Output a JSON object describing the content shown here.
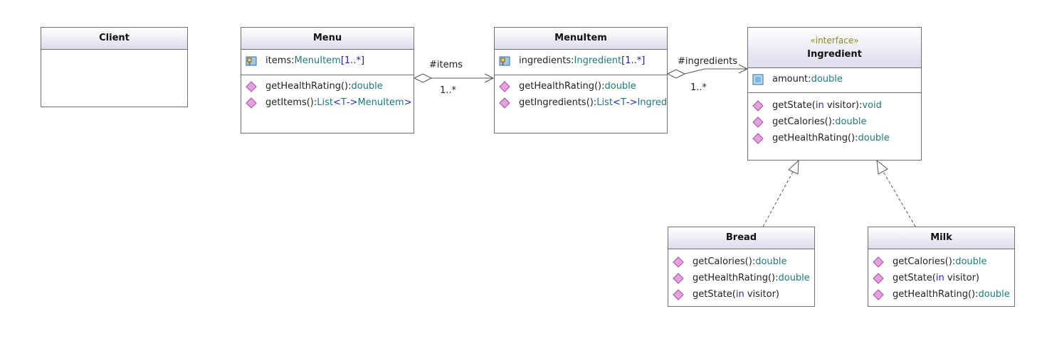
{
  "classes": {
    "client": {
      "name": "Client"
    },
    "menu": {
      "name": "Menu",
      "attrs": [
        {
          "name": "items",
          "type": "MenuItem",
          "mult": "[1..*]"
        }
      ],
      "ops": [
        {
          "name": "getHealthRating()",
          "ret": "double"
        },
        {
          "name": "getItems()",
          "ret_pre": "List",
          "ret_gen_open": "<",
          "ret_gen_t": "T",
          "ret_gen_arrow": "->",
          "ret_gen_type": "MenuItem",
          "ret_gen_close": ">"
        }
      ]
    },
    "menuitem": {
      "name": "MenuItem",
      "attrs": [
        {
          "name": "ingredients",
          "type": "Ingredient",
          "mult": "[1..*]"
        }
      ],
      "ops": [
        {
          "name": "getHealthRating()",
          "ret": "double"
        },
        {
          "name": "getIngredients()",
          "ret_pre": "List",
          "ret_gen_open": "<",
          "ret_gen_t": "T",
          "ret_gen_arrow": "->",
          "ret_gen_type": "Ingredier"
        }
      ]
    },
    "ingredient": {
      "stereotype": "«interface»",
      "name": "Ingredient",
      "attrs": [
        {
          "name": "amount",
          "type": "double"
        }
      ],
      "ops": [
        {
          "name": "getState(",
          "kw": "in",
          "param": " visitor)",
          "ret": "void"
        },
        {
          "name": "getCalories()",
          "ret": "double"
        },
        {
          "name": "getHealthRating()",
          "ret": "double"
        }
      ]
    },
    "bread": {
      "name": "Bread",
      "ops": [
        {
          "name": "getCalories()",
          "ret": "double"
        },
        {
          "name": "getHealthRating()",
          "ret": "double"
        },
        {
          "name": "getState(",
          "kw": "in",
          "param": " visitor)"
        }
      ]
    },
    "milk": {
      "name": "Milk",
      "ops": [
        {
          "name": "getCalories()",
          "ret": "double"
        },
        {
          "name": "getState(",
          "kw": "in",
          "param": " visitor)"
        },
        {
          "name": "getHealthRating()",
          "ret": "double"
        }
      ]
    }
  },
  "associations": {
    "items": {
      "role": "#items",
      "mult": "1..*"
    },
    "ingredients": {
      "role": "#ingredients",
      "mult": "1..*"
    }
  },
  "punctuation": {
    "colon": ":"
  },
  "icons": {
    "attribute_protected": "protected-attribute-icon",
    "attribute_public": "public-attribute-icon",
    "operation": "operation-icon"
  },
  "colors": {
    "type": "#1c7a7a",
    "keyword": "#2323c8",
    "stereotype": "#8a8a1c",
    "operation_icon": "#d070c8",
    "header_gradient_end": "#dcdcec",
    "border": "#6f6f6f"
  }
}
